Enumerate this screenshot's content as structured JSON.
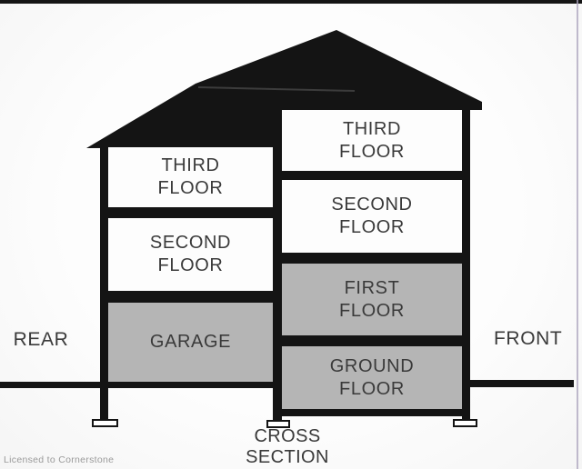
{
  "frame": {
    "top_bar_color": "#151515",
    "right_edge_line_color": "#aca4bd",
    "background": "#fdfdfd"
  },
  "palette": {
    "outline_black": "#141414",
    "room_white": "#fdfdfd",
    "room_gray": "#b5b5b5",
    "label_text": "#3a3a3a",
    "watermark_text": "#9a9a9a"
  },
  "house": {
    "caption": "CROSS SECTION",
    "rear_section": {
      "side_label": "REAR",
      "floors": [
        {
          "label": "THIRD\nFLOOR",
          "fill": "white"
        },
        {
          "label": "SECOND\nFLOOR",
          "fill": "white"
        },
        {
          "label": "GARAGE",
          "fill": "gray"
        }
      ]
    },
    "front_section": {
      "side_label": "FRONT",
      "floors": [
        {
          "label": "THIRD\nFLOOR",
          "fill": "white"
        },
        {
          "label": "SECOND\nFLOOR",
          "fill": "white"
        },
        {
          "label": "FIRST\nFLOOR",
          "fill": "gray"
        },
        {
          "label": "GROUND\nFLOOR",
          "fill": "gray"
        }
      ]
    }
  },
  "watermark": "Licensed to Cornerstone"
}
